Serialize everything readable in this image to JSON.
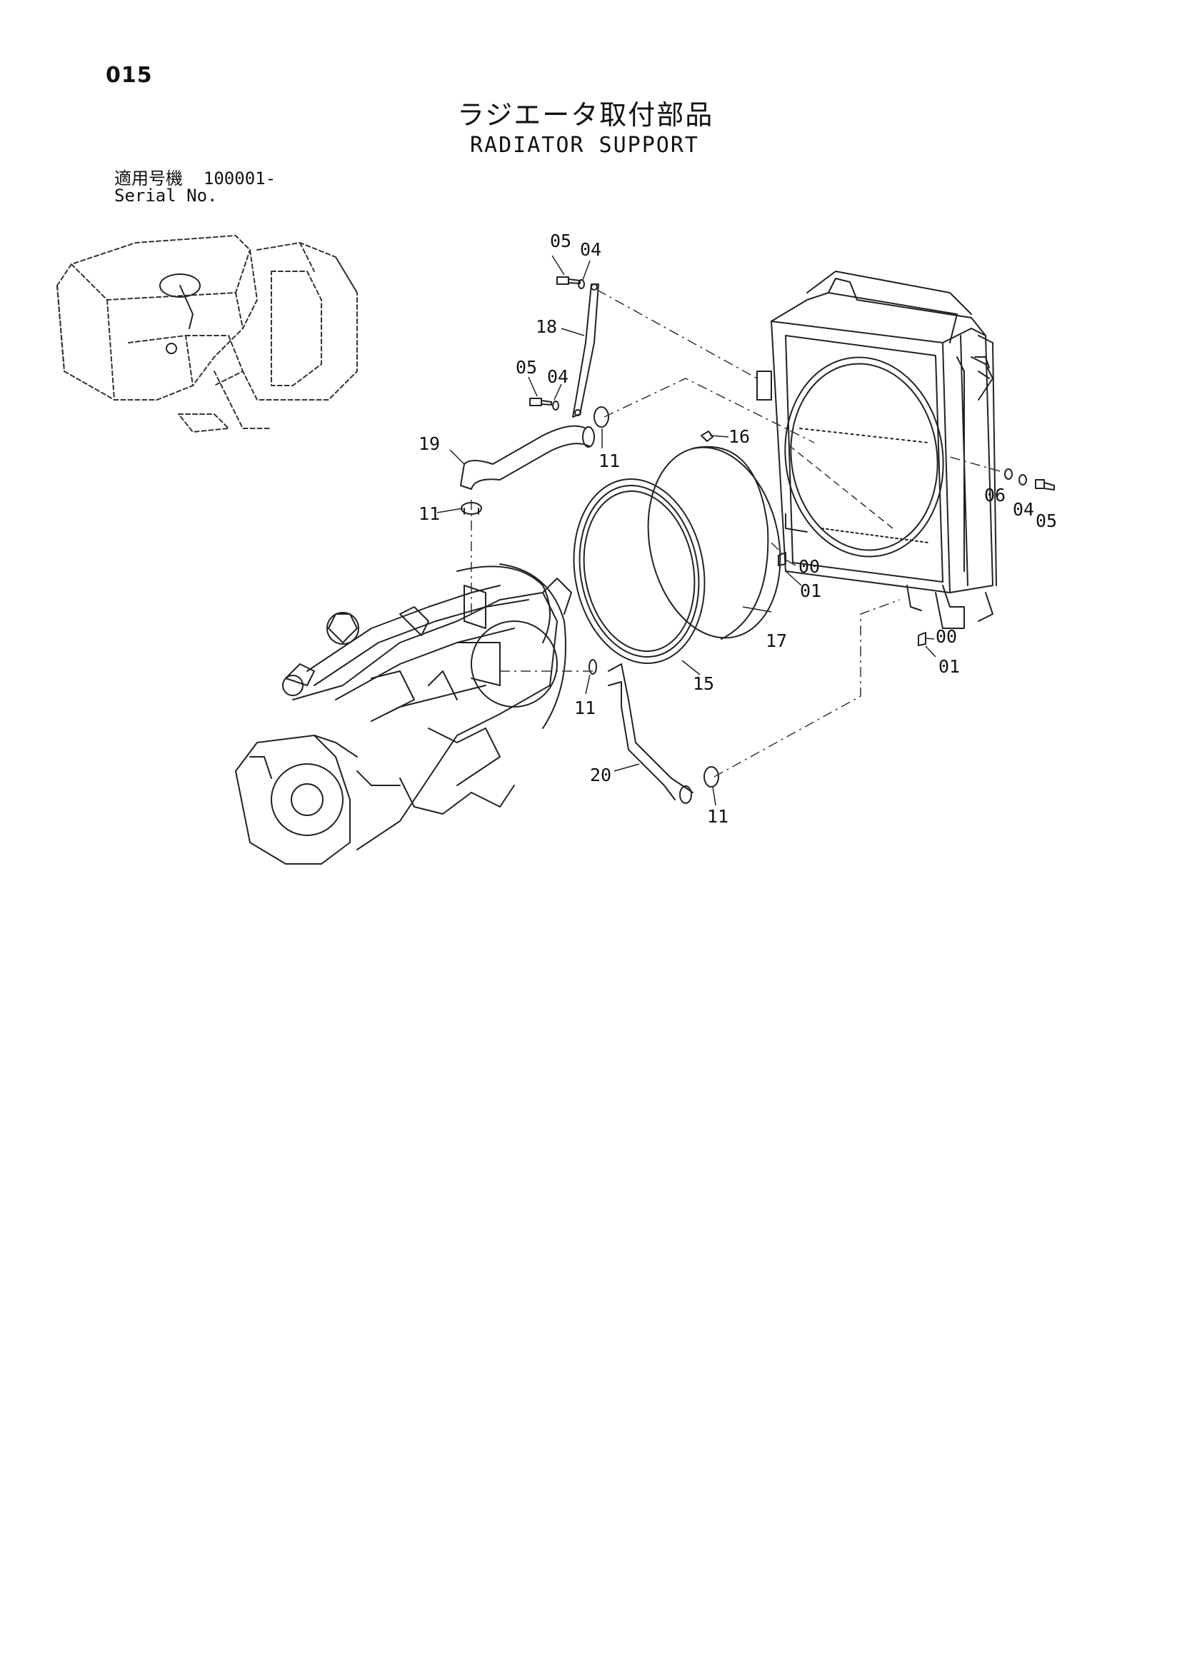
{
  "page_number": "015",
  "title_jp": "ラジエータ取付部品",
  "title_en": "RADIATOR SUPPORT",
  "applicability": {
    "label_jp": "適用号機",
    "serial_value": "100001-",
    "label_en": "Serial No."
  },
  "callouts": [
    "05",
    "04",
    "18",
    "05",
    "04",
    "19",
    "11",
    "11",
    "16",
    "06",
    "04",
    "05",
    "00",
    "01",
    "17",
    "15",
    "00",
    "01",
    "11",
    "20",
    "11"
  ],
  "icons": [
    "excavator-overview-icon",
    "radiator-assembly-icon",
    "engine-assembly-icon",
    "fan-shroud-icon",
    "ring-seal-icon",
    "upper-hose-icon",
    "lower-hose-icon",
    "support-bracket-icon",
    "clamp-icon",
    "bolt-icon"
  ]
}
